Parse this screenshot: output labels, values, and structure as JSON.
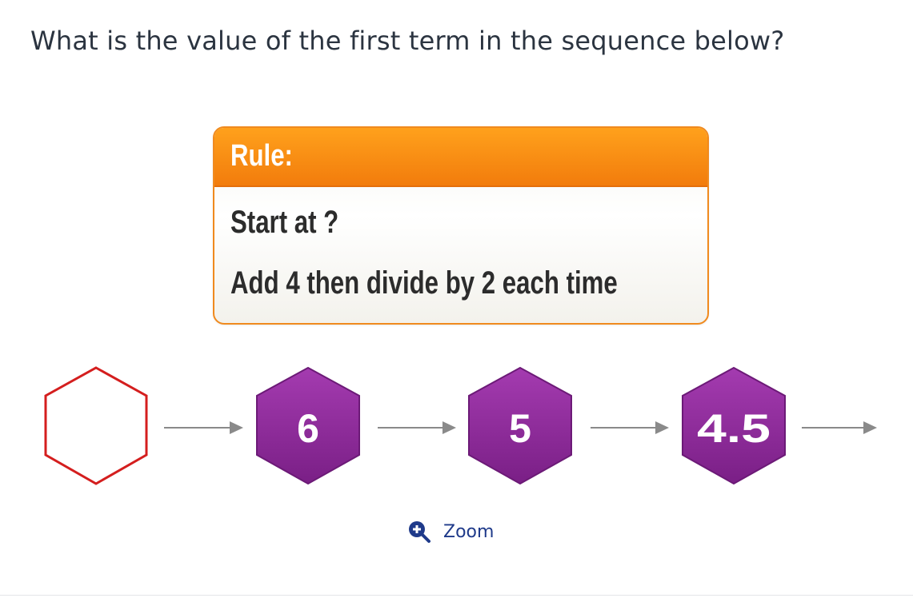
{
  "question": "What is the value of the first term in the sequence below?",
  "rule_card": {
    "title": "Rule:",
    "line1": "Start at ?",
    "line2": "Add 4 then divide by 2 each time"
  },
  "sequence": {
    "terms": [
      "",
      "6",
      "5",
      "4.5"
    ],
    "icons": [
      "hexagon-empty",
      "arrow-right",
      "hexagon-purple",
      "arrow-right",
      "hexagon-purple",
      "arrow-right",
      "hexagon-purple",
      "arrow-right"
    ]
  },
  "zoom": {
    "label": "Zoom",
    "icon": "zoom-in-icon"
  },
  "colors": {
    "orange": "#f27c0c",
    "purple": "#8e2a9a",
    "red_outline": "#d41e1e",
    "zoom_blue": "#1f3a8a",
    "question_text": "#2b3440"
  }
}
